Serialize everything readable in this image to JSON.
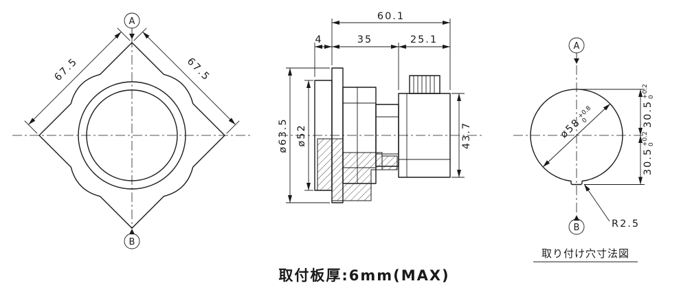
{
  "front_view": {
    "dim_left": "67.5",
    "dim_right": "67.5",
    "datum_top": "A",
    "datum_bottom": "B"
  },
  "section_view": {
    "dim_overall": "60.1",
    "dim_lip": "4",
    "dim_mid": "35",
    "dim_rear": "25.1",
    "dia_outer": "ø63.5",
    "dia_button": "ø52",
    "dim_height": "43.7"
  },
  "hole_view": {
    "datum_top": "A",
    "datum_bottom": "B",
    "dia": "ø58",
    "dia_tol_upper": "+0.8",
    "dia_tol_lower": "0",
    "dim_upper": "30.5",
    "dim_upper_tol_upper": "+0.2",
    "dim_upper_tol_lower": "0",
    "dim_lower": "30.5",
    "dim_lower_tol_upper": "+0.2",
    "dim_lower_tol_lower": "0",
    "corner_radius": "R2.5",
    "caption": "取り付け穴寸法図"
  },
  "footer": {
    "note": "取付板厚:6mm(MAX)"
  },
  "colors": {
    "line": "#1a1a1a",
    "background": "#ffffff"
  }
}
